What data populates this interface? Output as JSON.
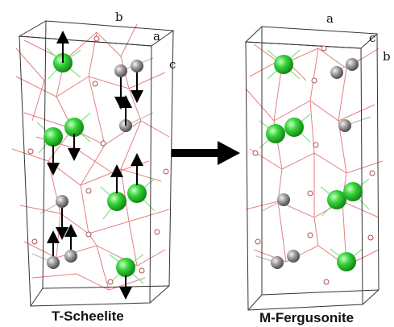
{
  "left_panel": {
    "caption": "T-Scheelite",
    "axis_b": "b",
    "axis_a": "a",
    "axis_c": "c"
  },
  "right_panel": {
    "caption": "M-Fergusonite",
    "axis_a": "a",
    "axis_c": "c",
    "axis_b": "b"
  },
  "colors": {
    "green_atom": "#38d43a",
    "gray_atom": "#8c8c8c",
    "bond_red": "#e06060",
    "bond_green": "#7be07b",
    "cell_line": "#222222",
    "arrow": "#000000",
    "oxygen": "#c0504d"
  }
}
